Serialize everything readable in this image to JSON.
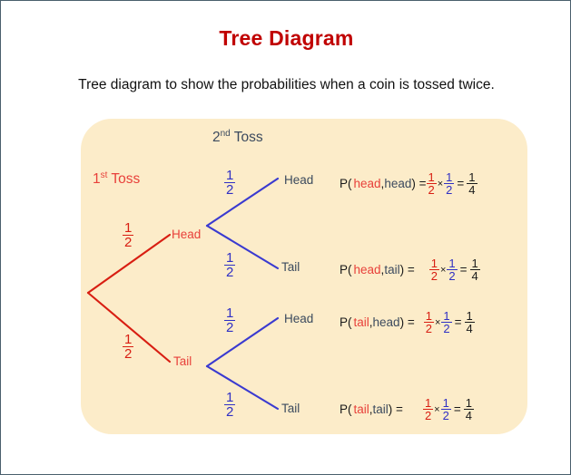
{
  "page": {
    "title": "Tree Diagram",
    "subtitle": "Tree diagram to show the probabilities when a coin is tossed twice.",
    "title_color": "#c00000",
    "panel_color": "#fcecc9",
    "border_color": "#4a5f6d"
  },
  "headings": {
    "toss1_num": "1",
    "toss1_sup": "st",
    "toss1_word": " Toss",
    "toss2_num": "2",
    "toss2_sup": "nd",
    "toss2_word": " Toss",
    "toss1_color": "#e8403a",
    "toss2_color": "#3b4a5e"
  },
  "tree": {
    "branch_color_level1": "#d81e12",
    "branch_color_level2": "#3a3ad0",
    "nodes": {
      "head1": "Head",
      "tail1": "Tail",
      "head_head": "Head",
      "head_tail": "Tail",
      "tail_head": "Head",
      "tail_tail": "Tail"
    },
    "fractions": {
      "numerator": "1",
      "denominator": "2",
      "level1_head": {
        "num": "1",
        "den": "2"
      },
      "level1_tail": {
        "num": "1",
        "den": "2"
      },
      "level2_hh": {
        "num": "1",
        "den": "2"
      },
      "level2_ht": {
        "num": "1",
        "den": "2"
      },
      "level2_th": {
        "num": "1",
        "den": "2"
      },
      "level2_tt": {
        "num": "1",
        "den": "2"
      }
    }
  },
  "probabilities": [
    {
      "prefix": "P(",
      "first": "head",
      "sep": ", ",
      "second": "head",
      "close": ") = ",
      "f1": {
        "num": "1",
        "den": "2"
      },
      "op": "×",
      "f2": {
        "num": "1",
        "den": "2"
      },
      "equals": "=",
      "result": {
        "num": "1",
        "den": "4"
      }
    },
    {
      "prefix": "P(",
      "first": "head",
      "sep": ", ",
      "second": "tail",
      "close": ") = ",
      "f1": {
        "num": "1",
        "den": "2"
      },
      "op": "×",
      "f2": {
        "num": "1",
        "den": "2"
      },
      "equals": "=",
      "result": {
        "num": "1",
        "den": "4"
      }
    },
    {
      "prefix": "P(",
      "first": "tail",
      "sep": ", ",
      "second": "head",
      "close": ") = ",
      "f1": {
        "num": "1",
        "den": "2"
      },
      "op": "×",
      "f2": {
        "num": "1",
        "den": "2"
      },
      "equals": "=",
      "result": {
        "num": "1",
        "den": "4"
      }
    },
    {
      "prefix": "P(",
      "first": "tail",
      "sep": ", ",
      "second": "tail",
      "close": ") = ",
      "f1": {
        "num": "1",
        "den": "2"
      },
      "op": "×",
      "f2": {
        "num": "1",
        "den": "2"
      },
      "equals": "=",
      "result": {
        "num": "1",
        "den": "4"
      }
    }
  ],
  "chart_data": {
    "type": "diagram",
    "title": "Tree Diagram",
    "subtitle": "Tree diagram to show the probabilities when a coin is tossed twice.",
    "levels": [
      "1st Toss",
      "2nd Toss"
    ],
    "outcomes": [
      {
        "path": [
          "Head",
          "Head"
        ],
        "branch_probs": [
          0.5,
          0.5
        ],
        "joint": 0.25,
        "label": "P(head, head) = 1/2 × 1/2 = 1/4"
      },
      {
        "path": [
          "Head",
          "Tail"
        ],
        "branch_probs": [
          0.5,
          0.5
        ],
        "joint": 0.25,
        "label": "P(head, tail) = 1/2 × 1/2 = 1/4"
      },
      {
        "path": [
          "Tail",
          "Head"
        ],
        "branch_probs": [
          0.5,
          0.5
        ],
        "joint": 0.25,
        "label": "P(tail, head) = 1/2 × 1/2 = 1/4"
      },
      {
        "path": [
          "Tail",
          "Tail"
        ],
        "branch_probs": [
          0.5,
          0.5
        ],
        "joint": 0.25,
        "label": "P(tail, tail) = 1/2 × 1/2 = 1/4"
      }
    ]
  }
}
